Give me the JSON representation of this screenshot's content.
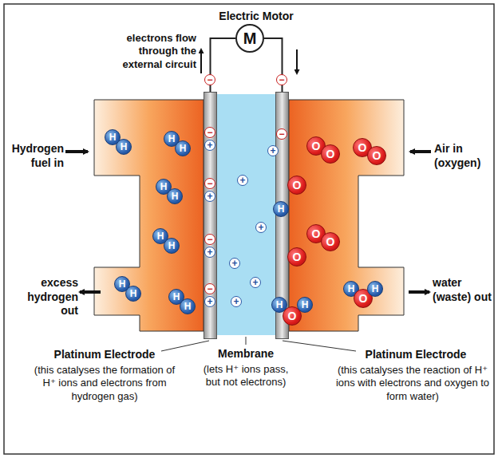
{
  "diagram": {
    "nodes": [
      {
        "text": [
          "Electric Motor",
          "M"
        ]
      },
      {
        "text": [
          "Platinum Electrode",
          "(this catalyses the formation of H⁺ ions and electrons from hydrogen gas)"
        ]
      },
      {
        "text": [
          "Membrane",
          "(lets H⁺ ions pass, but not electrons)"
        ]
      },
      {
        "text": [
          "Platinum Electrode",
          "(this catalyses the reaction of H⁺ ions with electrons and oxygen to form water)"
        ]
      }
    ],
    "edges": [
      {
        "from": 1,
        "to": 0,
        "arrow": "none"
      },
      {
        "from": 0,
        "to": 3,
        "arrow": "none"
      }
    ],
    "labels": [
      "electrons flow through the external circuit",
      "Hydrogen fuel in",
      "Air in (oxygen)",
      "excess hydrogen out",
      "water (waste) out",
      "−",
      "−",
      "−",
      "−",
      "−",
      "−",
      "+",
      "+",
      "+",
      "+",
      "−",
      "+",
      "+",
      "+",
      "+",
      "+",
      "+",
      "H",
      "H",
      "H",
      "H",
      "H",
      "H",
      "H",
      "H",
      "H",
      "H",
      "H",
      "H",
      "O",
      "O",
      "O",
      "O",
      "O",
      "O",
      "O",
      "O",
      "H",
      "H",
      "O",
      "H",
      "H",
      "O",
      "H"
    ]
  }
}
